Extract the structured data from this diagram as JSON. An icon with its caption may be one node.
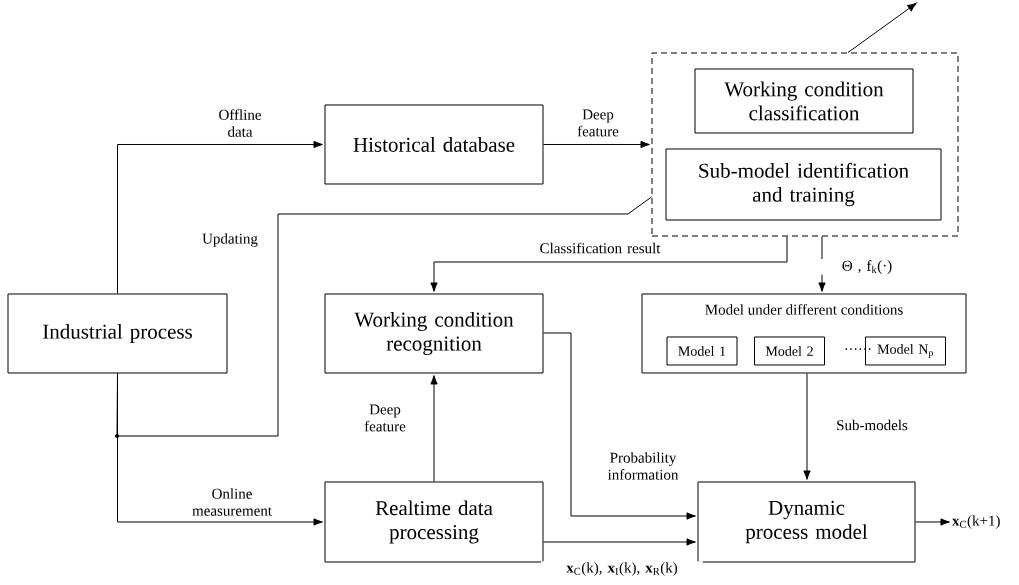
{
  "diagram": {
    "nodes": [
      {
        "text": [
          "Industrial process"
        ]
      },
      {
        "text": [
          "Historical database"
        ]
      },
      {
        "text": [],
        "shape": "box"
      },
      {
        "text": [
          "Working condition classification"
        ],
        "in": 2
      },
      {
        "text": [
          "Sub-model identification and training"
        ],
        "in": 2
      },
      {
        "text": [
          "Working condition recognition"
        ]
      },
      {
        "text": [
          "Model under different conditions"
        ]
      },
      {
        "text": [
          "Model 1"
        ],
        "in": 6
      },
      {
        "text": [
          "Model 2"
        ],
        "in": 6
      },
      {
        "text": [
          "Model N$_{p}$"
        ],
        "in": 6
      },
      {
        "text": [
          "Realtime data processing"
        ]
      },
      {
        "text": [
          "Dynamic process model"
        ]
      },
      {
        "text": [
          "**x**$_{C}$(k+1)"
        ]
      }
    ],
    "edges": [
      {
        "from": 0,
        "to": 1,
        "arrow": "to",
        "label": "Offline data"
      },
      {
        "from": 1,
        "to": 2,
        "arrow": "to",
        "label": "Deep feature"
      },
      {
        "from": 0,
        "to": 2,
        "arrow": "none",
        "label": "Updating"
      },
      {
        "from": 0,
        "to": 10,
        "arrow": "to",
        "label": "Online measurement"
      },
      {
        "from": 2,
        "to": 5,
        "arrow": "to",
        "label": "Classification result"
      },
      {
        "from": 2,
        "to": 6,
        "arrow": "to",
        "label": "Θ , f$_{k}$(·)"
      },
      {
        "from": 10,
        "to": 5,
        "arrow": "to",
        "label": "Deep feature"
      },
      {
        "from": 5,
        "to": 11,
        "arrow": "to",
        "label": "Probability information"
      },
      {
        "from": 10,
        "to": 11,
        "arrow": "to",
        "label": "**x**$_{C}$(k), **x**$_{I}$(k), **x**$_{R}$(k)"
      },
      {
        "from": 6,
        "to": 11,
        "arrow": "to",
        "label": "Sub-models"
      },
      {
        "from": 11,
        "to": 12,
        "arrow": "to"
      },
      {
        "from": 2,
        "to": null,
        "arrow": "to"
      }
    ],
    "labels": [
      "······"
    ]
  }
}
